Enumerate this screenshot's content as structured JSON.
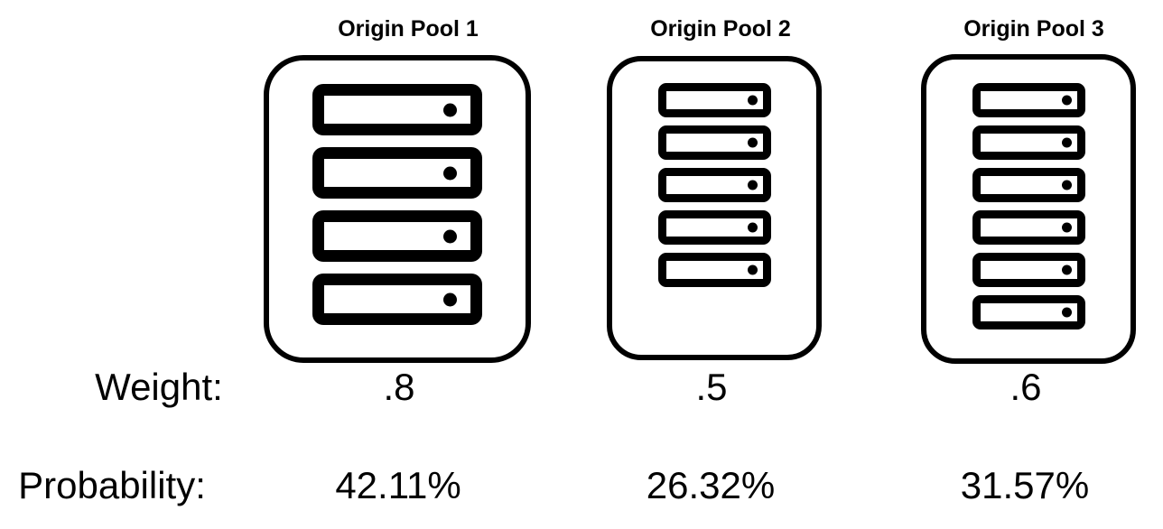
{
  "pools": [
    {
      "title": "Origin Pool 1",
      "server_count": 4,
      "weight": ".8",
      "probability": "42.11%"
    },
    {
      "title": "Origin Pool 2",
      "server_count": 5,
      "weight": ".5",
      "probability": "26.32%"
    },
    {
      "title": "Origin Pool 3",
      "server_count": 6,
      "weight": ".6",
      "probability": "31.57%"
    }
  ],
  "labels": {
    "weight": "Weight:",
    "probability": "Probability:"
  },
  "icons": {
    "server": "server-icon"
  },
  "colors": {
    "foreground": "#000000",
    "background": "#ffffff"
  }
}
